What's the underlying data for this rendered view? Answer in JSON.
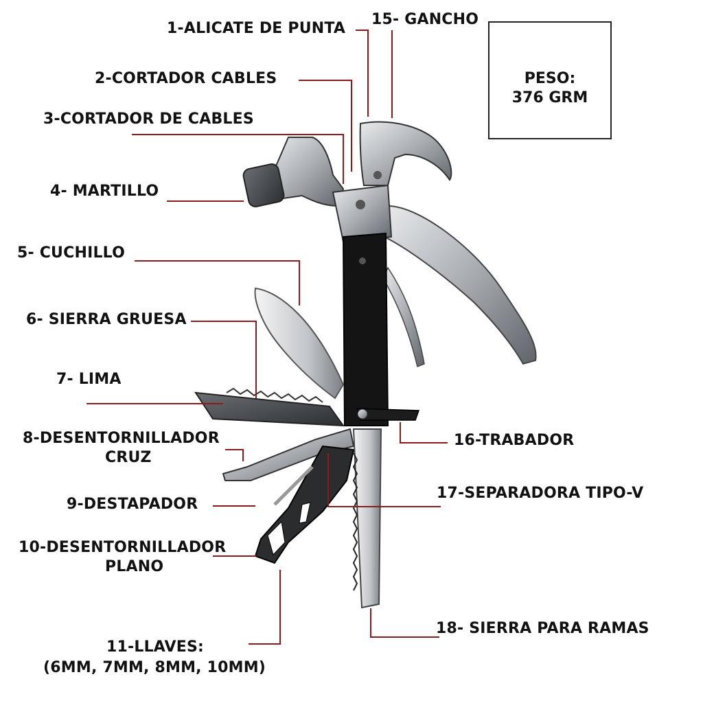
{
  "colors": {
    "leader_line": "#8c1a1a",
    "steel": "#b8bcc0",
    "steel_dark": "#6e7378",
    "handle": "#141414"
  },
  "weight": {
    "line1": "PESO:",
    "line2": "376 GRM"
  },
  "labels": [
    {
      "id": "1",
      "text": "1-ALICATE DE PUNTA"
    },
    {
      "id": "2",
      "text": "2-CORTADOR CABLES"
    },
    {
      "id": "3",
      "text": "3-CORTADOR DE CABLES"
    },
    {
      "id": "4",
      "text": "4- MARTILLO"
    },
    {
      "id": "5",
      "text": "5- CUCHILLO"
    },
    {
      "id": "6",
      "text": "6- SIERRA GRUESA"
    },
    {
      "id": "7",
      "text": "7- LIMA"
    },
    {
      "id": "8",
      "text": "8-DESENTORNILLADOR",
      "text2": "CRUZ"
    },
    {
      "id": "9",
      "text": "9-DESTAPADOR"
    },
    {
      "id": "10",
      "text": "10-DESENTORNILLADOR",
      "text2": "PLANO"
    },
    {
      "id": "11",
      "text": "11-LLAVES:",
      "text2": "(6MM, 7MM, 8MM, 10MM)"
    },
    {
      "id": "15",
      "text": "15- GANCHO"
    },
    {
      "id": "16",
      "text": "16-TRABADOR"
    },
    {
      "id": "17",
      "text": "17-SEPARADORA TIPO-V"
    },
    {
      "id": "18",
      "text": "18- SIERRA PARA RAMAS"
    }
  ]
}
